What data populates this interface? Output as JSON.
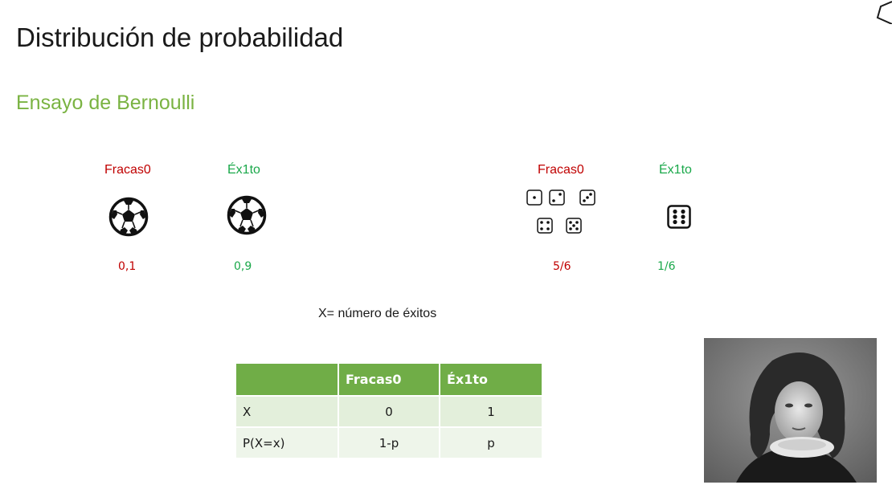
{
  "slide": {
    "title": "Distribución de probabilidad",
    "subtitle": "Ensayo de Bernoulli",
    "caption": "X= número de éxitos"
  },
  "examples": {
    "soccer": {
      "failure_label": "Fracas0",
      "success_label": "Éx1to",
      "failure_value": "0,1",
      "success_value": "0,9",
      "icon": "soccer-ball-icon"
    },
    "dice": {
      "failure_label": "Fracas0",
      "success_label": "Éx1to",
      "failure_value": "5/6",
      "success_value": "1/6",
      "failure_faces": [
        1,
        2,
        3,
        4,
        5
      ],
      "success_face": 6,
      "icon": "die-icon"
    }
  },
  "table": {
    "headers": [
      "",
      "Fracas0",
      "Éx1to"
    ],
    "rows": [
      [
        "X",
        "0",
        "1"
      ],
      [
        "P(X=x)",
        "1-p",
        "p"
      ]
    ]
  },
  "colors": {
    "failure": "#c00000",
    "success": "#1aa84a",
    "subtitle": "#7ab342",
    "table_header": "#70ad47",
    "table_row": "#e3efdb"
  }
}
